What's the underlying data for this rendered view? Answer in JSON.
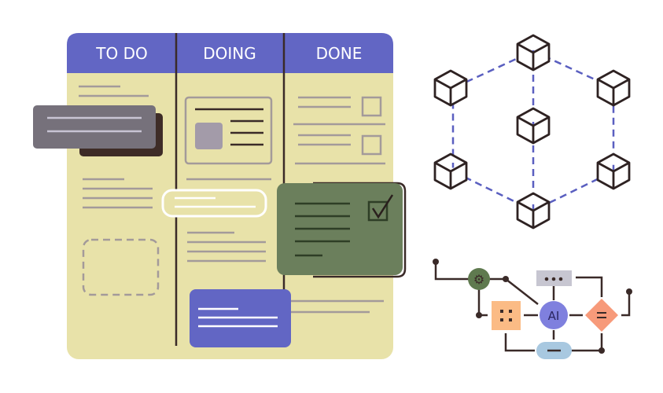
{
  "board": {
    "columns": [
      {
        "label": "TO DO"
      },
      {
        "label": "DOING"
      },
      {
        "label": "DONE"
      }
    ]
  },
  "flow": {
    "center_label": "AI"
  },
  "colors": {
    "header": "#6266c4",
    "board": "#e8e2a9",
    "network_line": "#5a5fc0",
    "green_card": "#6b7f5c",
    "gray_card": "#76717b"
  }
}
